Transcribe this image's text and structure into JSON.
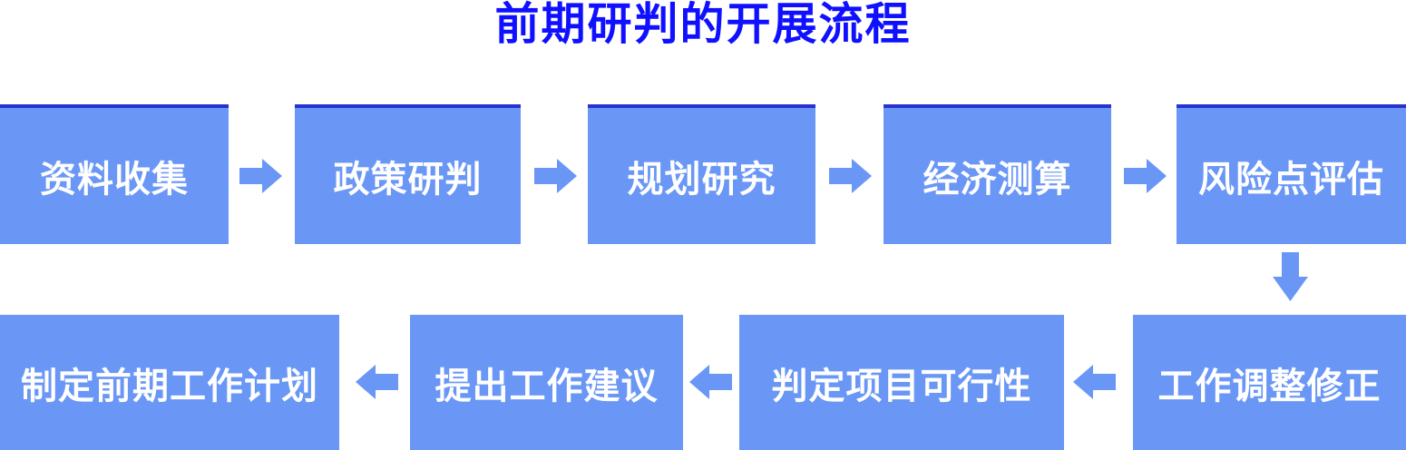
{
  "page": {
    "background": "#ffffff"
  },
  "title": {
    "text": "前期研判的开展流程",
    "color": "#0f10ff"
  },
  "colors": {
    "box_fill": "#6a97f6",
    "box_text": "#ffffff",
    "box_top_edge": "#2733cf",
    "arrow_fill": "#6a97f6",
    "title_blue": "#0f10ff"
  },
  "flowchart": {
    "row1_steps": [
      {
        "id": 1,
        "label": "资料收集"
      },
      {
        "id": 2,
        "label": "政策研判"
      },
      {
        "id": 3,
        "label": "规划研究"
      },
      {
        "id": 4,
        "label": "经济测算"
      },
      {
        "id": 5,
        "label": "风险点评估"
      }
    ],
    "row2_steps": [
      {
        "id": 6,
        "label": "工作调整修正"
      },
      {
        "id": 7,
        "label": "判定项目可行性"
      },
      {
        "id": 8,
        "label": "提出工作建议"
      },
      {
        "id": 9,
        "label": "制定前期工作计划"
      }
    ],
    "flow_order": [
      "资料收集",
      "政策研判",
      "规划研究",
      "经济测算",
      "风险点评估",
      "工作调整修正",
      "判定项目可行性",
      "提出工作建议",
      "制定前期工作计划"
    ],
    "connectors": [
      {
        "between": "资料收集 → 政策研判",
        "icon": "arrow-right-icon"
      },
      {
        "between": "政策研判 → 规划研究",
        "icon": "arrow-right-icon"
      },
      {
        "between": "规划研究 → 经济测算",
        "icon": "arrow-right-icon"
      },
      {
        "between": "经济测算 → 风险点评估",
        "icon": "arrow-right-icon"
      },
      {
        "between": "风险点评估 → 工作调整修正",
        "icon": "arrow-down-icon"
      },
      {
        "between": "工作调整修正 → 判定项目可行性",
        "icon": "arrow-left-icon"
      },
      {
        "between": "判定项目可行性 → 提出工作建议",
        "icon": "arrow-left-icon"
      },
      {
        "between": "提出工作建议 → 制定前期工作计划",
        "icon": "arrow-left-icon"
      }
    ]
  }
}
